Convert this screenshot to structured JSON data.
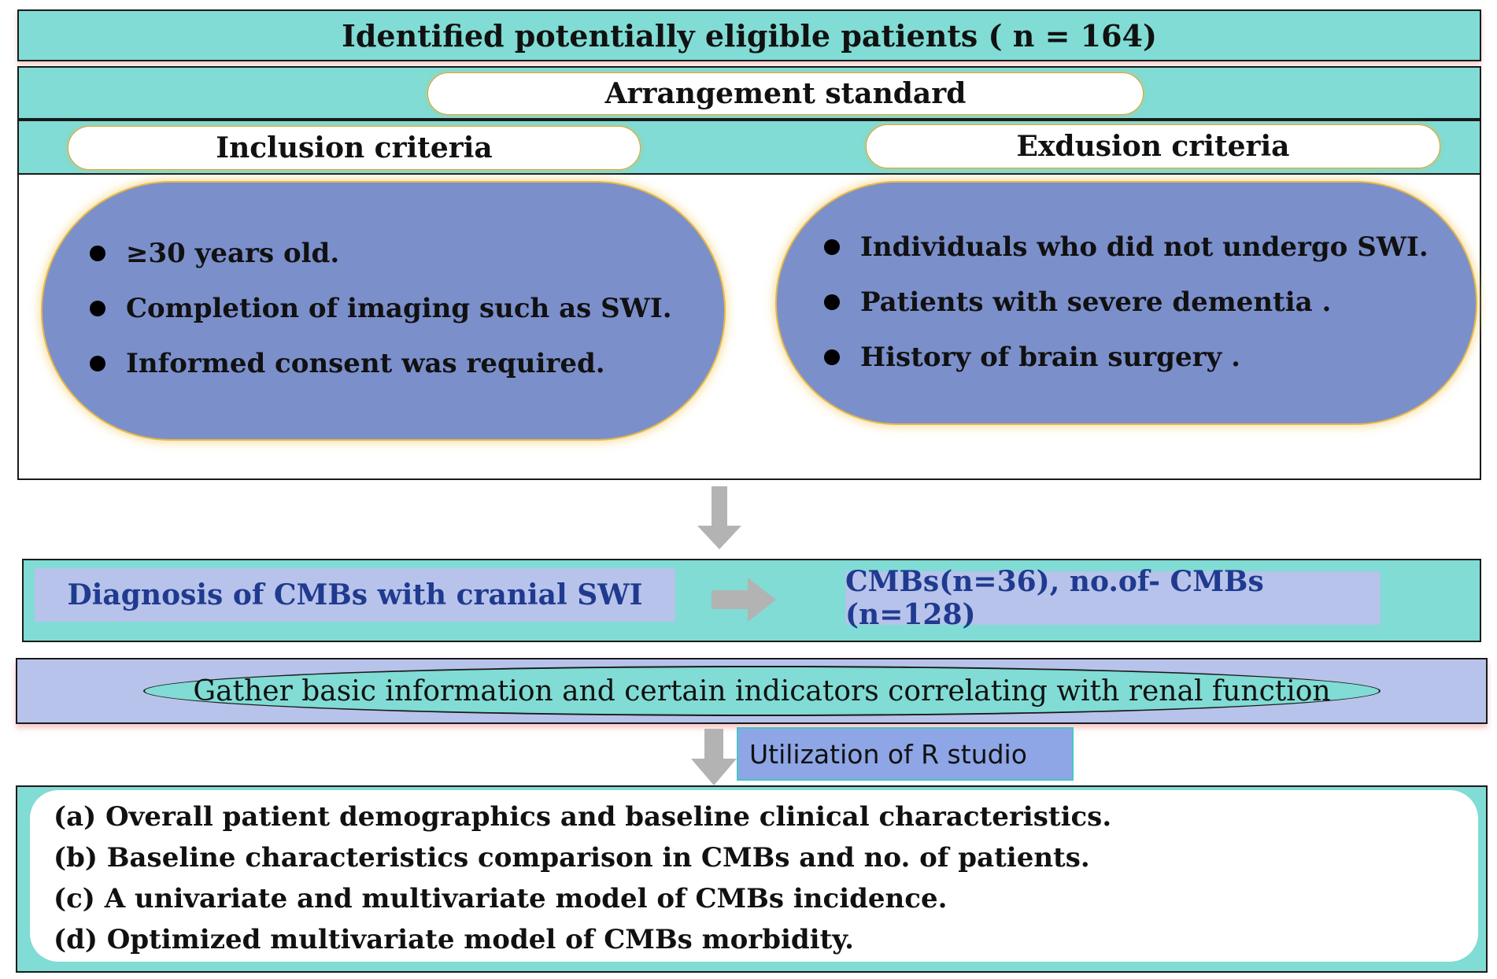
{
  "header": {
    "title": "Identified potentially eligible patients ( n = 164)"
  },
  "arrangement": {
    "label": "Arrangement standard"
  },
  "inclusion": {
    "title": "Inclusion criteria",
    "items": [
      "≥30 years old.",
      "Completion of imaging such as SWI.",
      "Informed consent was required."
    ]
  },
  "exclusion": {
    "title": "Exdusion criteria",
    "items": [
      "Individuals who did not undergo SWI.",
      "Patients with severe dementia .",
      "History of brain surgery ."
    ]
  },
  "diagnosis": {
    "label": "Diagnosis of CMBs with cranial SWI",
    "result": "CMBs(n=36), no.of- CMBs (n=128)"
  },
  "gather": {
    "label": "Gather basic information and certain indicators correlating with renal function"
  },
  "tool": {
    "label": "Utilization of R studio"
  },
  "outputs": {
    "items": [
      "(a)  Overall patient demographics and baseline clinical characteristics.",
      "(b) Baseline characteristics comparison in CMBs and no. of patients.",
      "(c) A univariate and multivariate model of CMBs  incidence.",
      "(d) Optimized multivariate model of CMBs  morbidity."
    ]
  },
  "colors": {
    "teal": "#80dcd4",
    "oval_blue": "#7b8fcb",
    "lavender": "#b7c3ea",
    "arrow_gray": "#b3b3b3",
    "text_blue": "#1f3a8f"
  }
}
